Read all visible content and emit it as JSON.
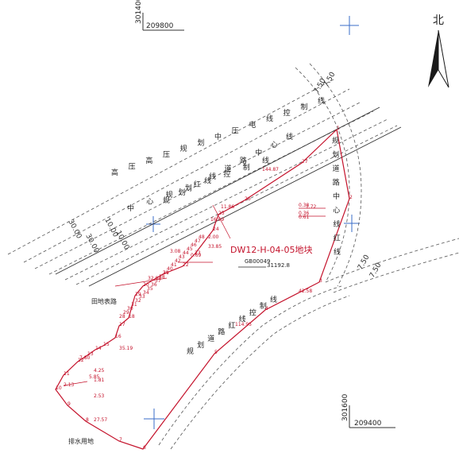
{
  "north_label": "北",
  "coords": {
    "top_x": "209800",
    "top_y": "301400",
    "bottom_x": "209400",
    "bottom_y": "301600"
  },
  "parcel": {
    "id": "DW12-H-04-05地块",
    "code": "GB00049",
    "area": "31192.8"
  },
  "text": {
    "field_land": "田地表路",
    "drainage_land": "排水用地"
  },
  "corridor_chars": [
    "高",
    "压",
    "高",
    "压",
    "规",
    "划",
    "中",
    "压",
    "电",
    "线",
    "控",
    "制",
    "线"
  ],
  "lower_chars": [
    "中",
    "心",
    "规",
    "划",
    "线",
    "控",
    "制",
    "线"
  ],
  "road_chars_upper": [
    "规",
    "划",
    "红",
    "线",
    "道",
    "路",
    "中",
    "心",
    "线"
  ],
  "road_chars_right": [
    "规",
    "划",
    "道",
    "路",
    "中",
    "心",
    "线",
    "红",
    "线"
  ],
  "road_chars_lower": [
    "规",
    "划",
    "道",
    "路",
    "红",
    "线",
    "控",
    "制",
    "线"
  ],
  "road_widths": {
    "upper_a": "7.50",
    "upper_b": "7.50",
    "right_a": "7.50",
    "right_b": "7.50",
    "left_a": "30.00",
    "left_b": "30.00",
    "left_c": "10.00",
    "left_d": "10.00"
  },
  "points": [
    "1",
    "2",
    "3",
    "4",
    "5",
    "6",
    "7",
    "8",
    "9",
    "10",
    "11",
    "12",
    "13",
    "14",
    "15",
    "16",
    "17",
    "18",
    "19",
    "20",
    "21",
    "22",
    "23",
    "24",
    "25",
    "26",
    "27",
    "28",
    "29",
    "30",
    "31",
    "32",
    "33",
    "34",
    "35",
    "36",
    "37",
    "38",
    "39",
    "40",
    "41",
    "42",
    "43",
    "44",
    "45",
    "46",
    "47",
    "48"
  ],
  "dims": [
    "144.87",
    "16.99",
    "11.86",
    "32.04",
    "3.08",
    "33.85",
    "42.58",
    "114.95",
    "35.19",
    "5.85",
    "4.25",
    "2.13",
    "1.81",
    "0.69",
    "0.38",
    "0.36",
    "0.61",
    "1.72",
    "2.53",
    "7.80",
    "27.57",
    "2.00"
  ],
  "colors": {
    "red_line": "#c4122b",
    "dashed_line": "#555555",
    "blue_cross": "#3a6cc8",
    "text": "#222222"
  }
}
